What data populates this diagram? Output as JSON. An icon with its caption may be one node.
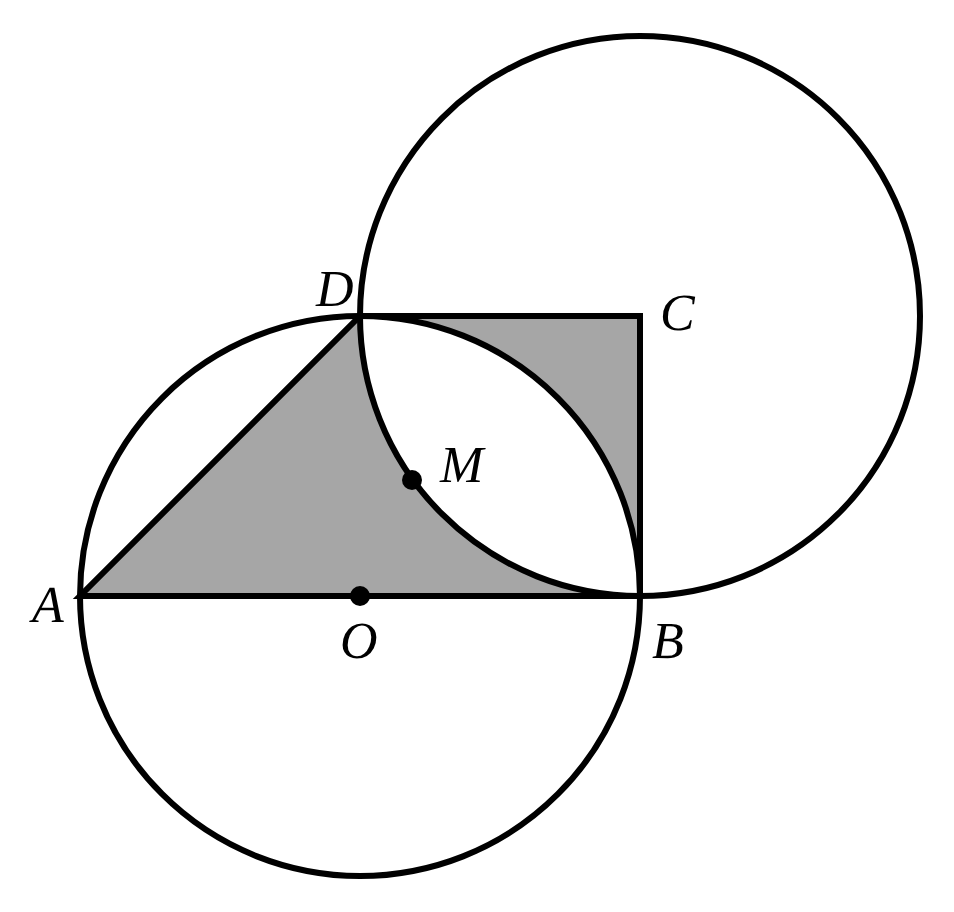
{
  "diagram": {
    "labels": [
      "D",
      "C",
      "M",
      "A",
      "O",
      "B"
    ]
  }
}
